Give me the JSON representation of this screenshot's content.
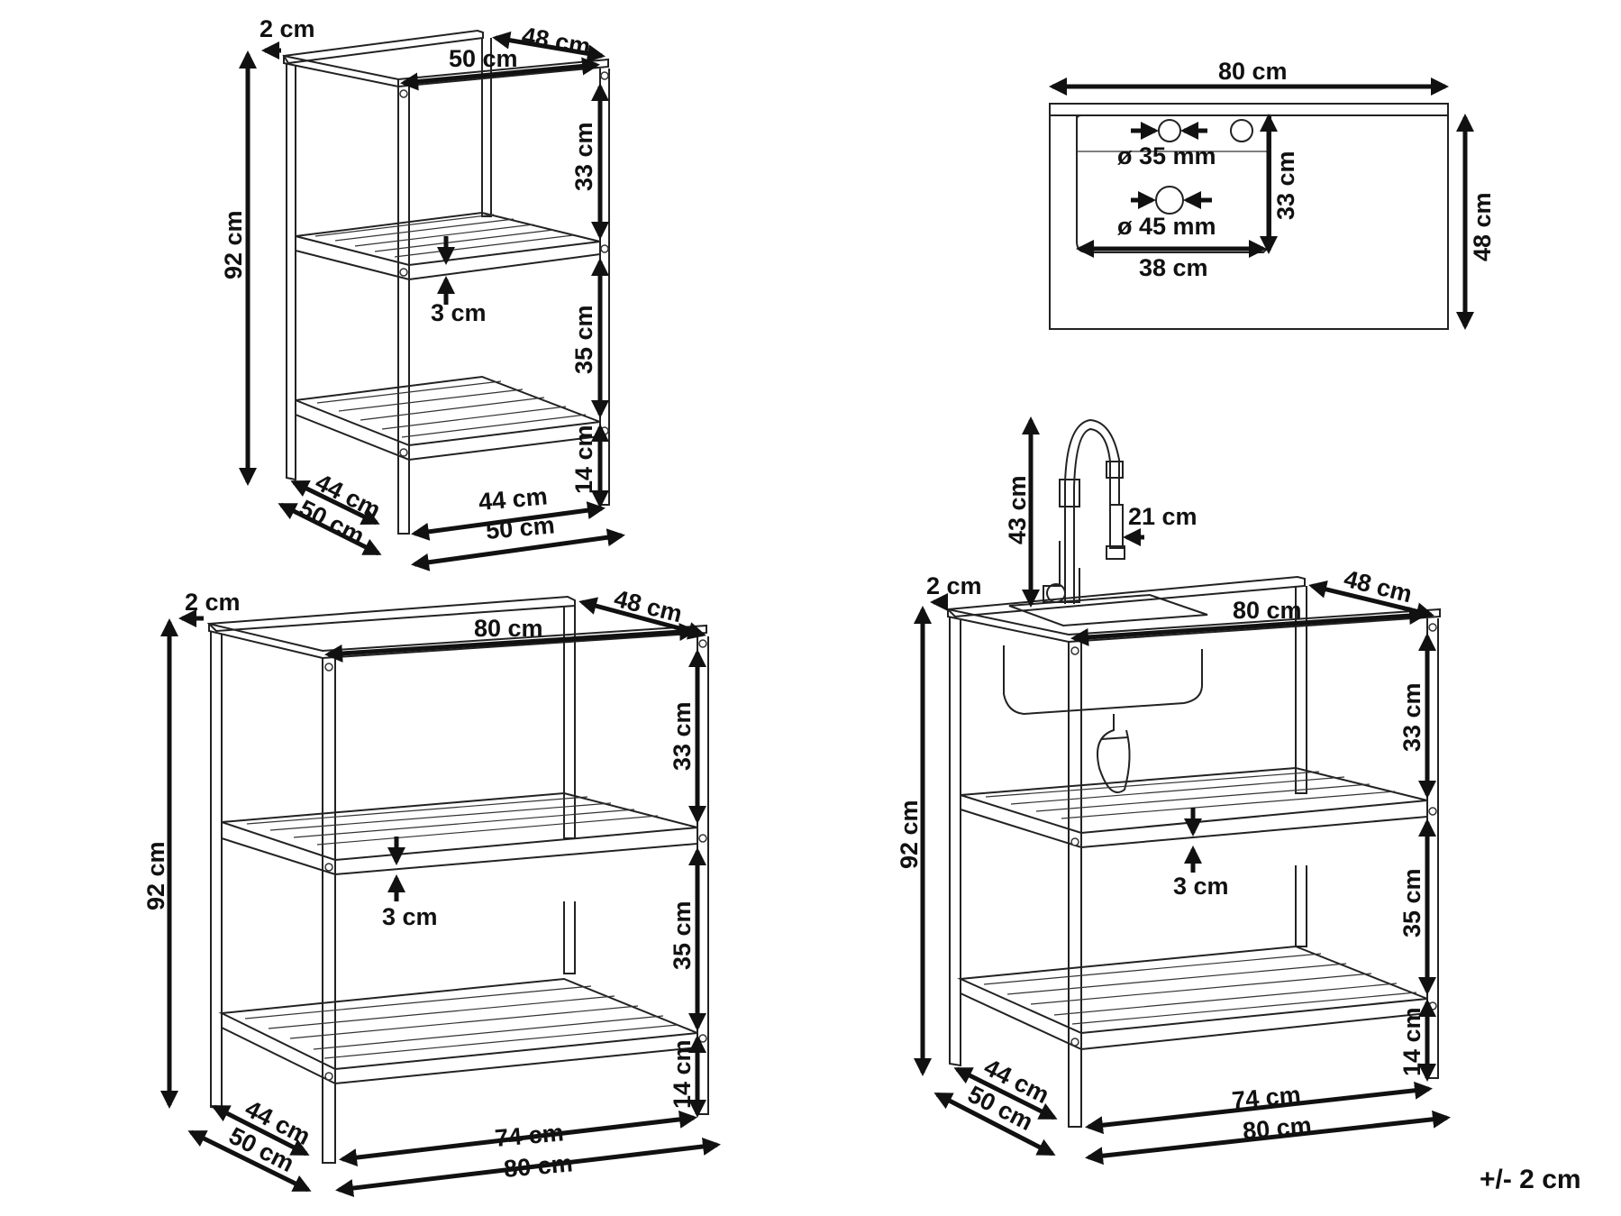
{
  "tolerance": "+/- 2 cm",
  "small_shelf": {
    "back_rail": "2 cm",
    "depth_top": "48 cm",
    "width_top": "50 cm",
    "upper_height": "33 cm",
    "total_height": "92 cm",
    "shelf_thickness": "3 cm",
    "middle_height": "35 cm",
    "bottom_height": "14 cm",
    "inner_depth": "44 cm",
    "outer_depth": "50 cm",
    "inner_width": "44 cm",
    "outer_width": "50 cm"
  },
  "sink_top_view": {
    "width": "80 cm",
    "tap_hole": "ø 35 mm",
    "drain_hole": "ø 45 mm",
    "basin_depth": "33 cm",
    "depth": "48 cm",
    "basin_width": "38 cm"
  },
  "large_shelf": {
    "back_rail": "2 cm",
    "depth_top": "48 cm",
    "width_top": "80 cm",
    "upper_height": "33 cm",
    "total_height": "92 cm",
    "shelf_thickness": "3 cm",
    "middle_height": "35 cm",
    "bottom_height": "14 cm",
    "inner_depth": "44 cm",
    "outer_depth": "50 cm",
    "inner_width": "74 cm",
    "outer_width": "80 cm"
  },
  "sink_unit": {
    "faucet_height": "43 cm",
    "faucet_reach": "21 cm",
    "back_rail": "2 cm",
    "depth_top": "48 cm",
    "width_top": "80 cm",
    "upper_height": "33 cm",
    "total_height": "92 cm",
    "shelf_thickness": "3 cm",
    "middle_height": "35 cm",
    "bottom_height": "14 cm",
    "inner_depth": "44 cm",
    "outer_depth": "50 cm",
    "inner_width": "74 cm",
    "outer_width": "80 cm"
  }
}
